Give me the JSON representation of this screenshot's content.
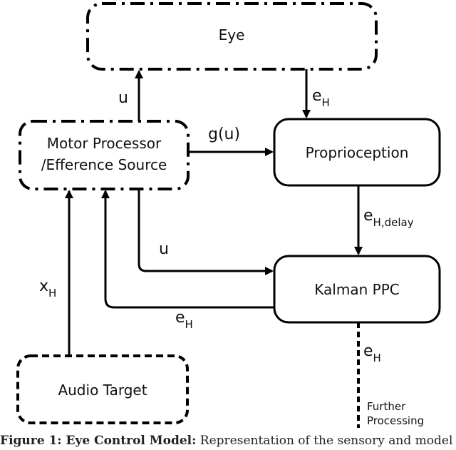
{
  "nodes": {
    "eye": "Eye",
    "motor_line1": "Motor Processor",
    "motor_line2": "/Efference Source",
    "proprioception": "Proprioception",
    "kalman": "Kalman PPC",
    "audio": "Audio Target",
    "further_line1": "Further",
    "further_line2": "Processing"
  },
  "edges": {
    "u_up": "u",
    "eh_down": "e",
    "eh_down_sub": "H",
    "g_of_u": "g(u)",
    "eh_delay": "e",
    "eh_delay_sub": "H,delay",
    "u_kalman": "u",
    "eh_back": "e",
    "eh_back_sub": "H",
    "xh": "x",
    "xh_sub": "H",
    "eh_out": "e",
    "eh_out_sub": "H"
  },
  "caption": {
    "bold": "Figure 1: Eye Control Model:",
    "text": " Representation of the sensory and model"
  }
}
